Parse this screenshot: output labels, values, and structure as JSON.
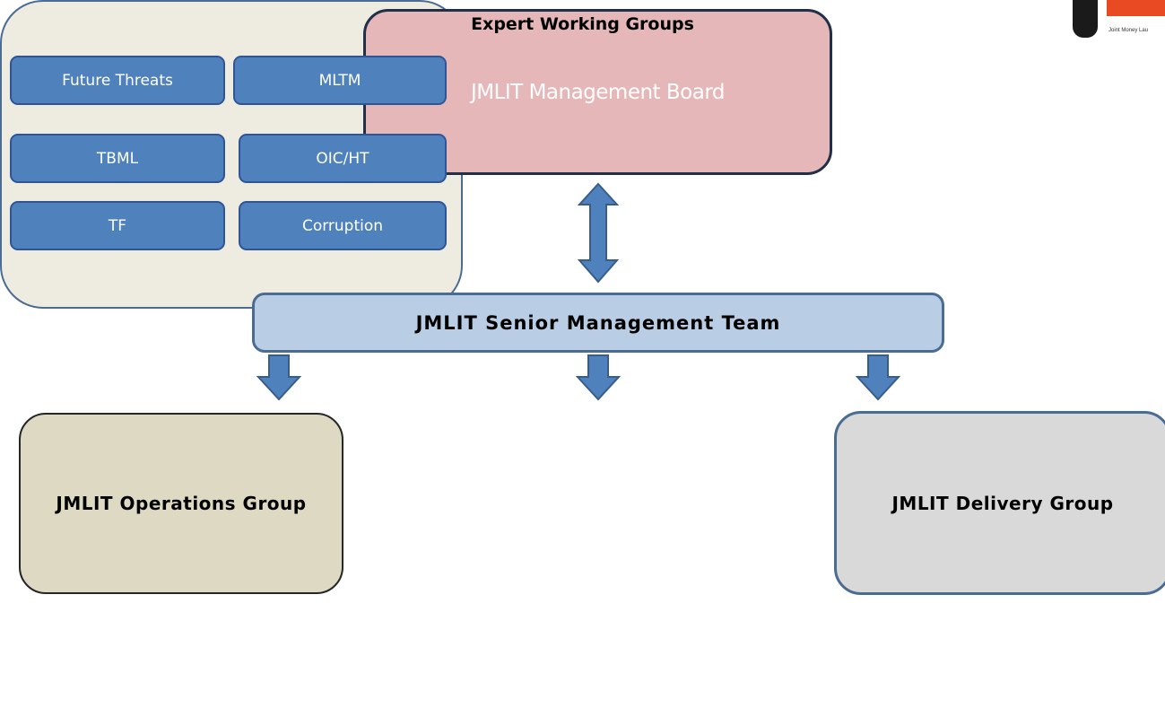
{
  "board": {
    "label": "JMLIT Management Board"
  },
  "senior_team": {
    "label": "JMLIT Senior Management Team"
  },
  "operations_group": {
    "label": "JMLIT Operations Group"
  },
  "delivery_group": {
    "label": "JMLIT Delivery Group"
  },
  "expert_working_groups": {
    "title": "Expert Working Groups",
    "groups": [
      "Future Threats",
      "MLTM",
      "TBML",
      "OIC/HT",
      "TF",
      "Corruption"
    ]
  },
  "logo": {
    "caption": "Joint Money Lau"
  },
  "colors": {
    "board_fill": "#e6b7b8",
    "senior_fill": "#b9cde4",
    "operations_fill": "#ddd9c3",
    "delivery_fill": "#d9d9d9",
    "working_groups_fill": "#eeece1",
    "sub_group_fill": "#4f81bd",
    "arrow_fill": "#4f81bd",
    "logo_accent": "#e94a24"
  }
}
